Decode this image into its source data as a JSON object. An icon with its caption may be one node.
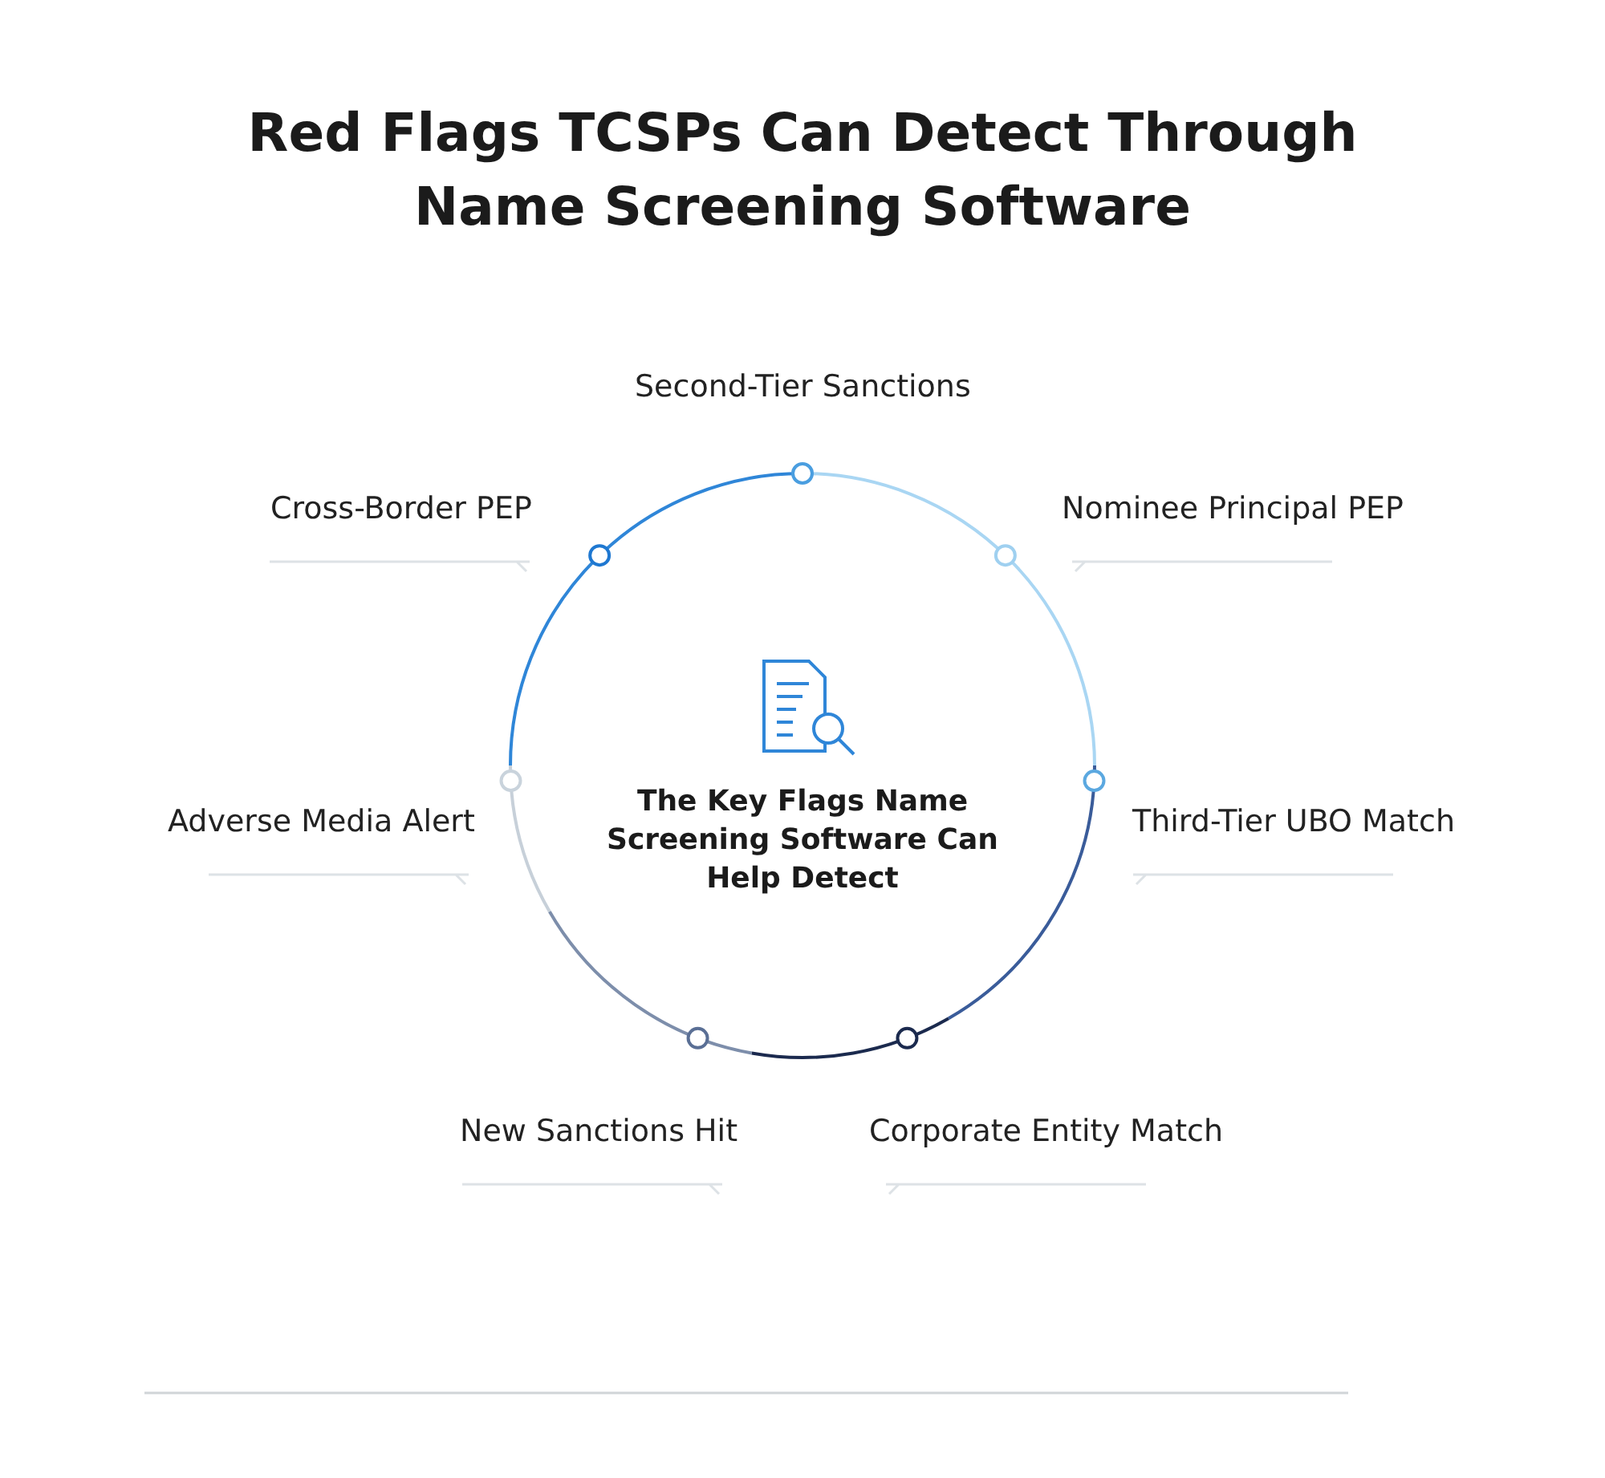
{
  "diagram": {
    "title": "Red Flags TCSPs Can Detect Through Name Screening Software",
    "nodes": [
      {
        "text": [
          "The Key Flags Name Screening Software Can Help Detect"
        ]
      }
    ],
    "labels": [
      "Second-Tier Sanctions",
      "Cross-Border PEP",
      "Nominee Principal PEP",
      "Adverse Media Alert",
      "Third-Tier UBO Match",
      "New Sanctions Hit",
      "Corporate Entity Match"
    ]
  }
}
